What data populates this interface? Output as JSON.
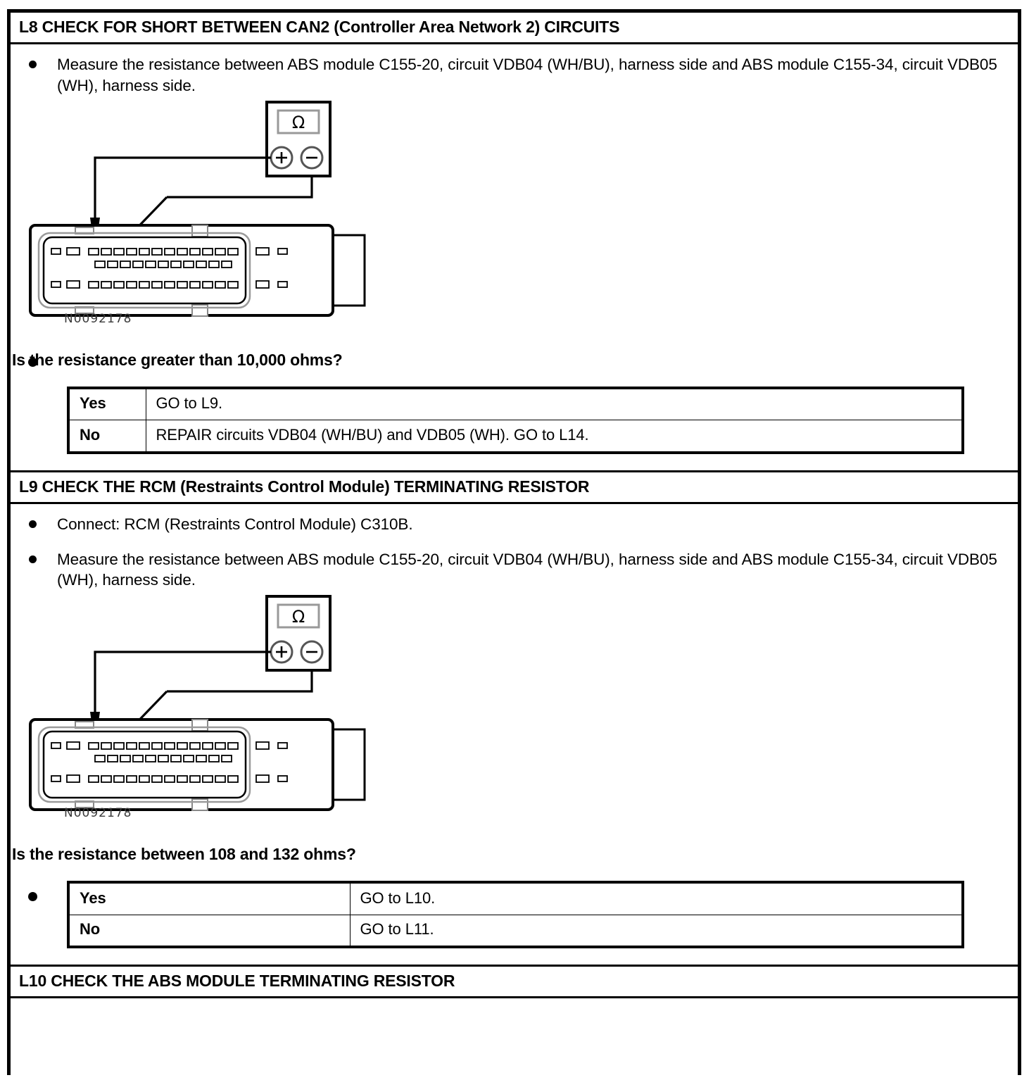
{
  "document": {
    "type": "automotive-diagnostic-pinpoint-test",
    "figure_id": "N0092178"
  },
  "steps": [
    {
      "id": "L8",
      "header": "L8 CHECK FOR SHORT BETWEEN CAN2 (Controller Area Network 2) CIRCUITS",
      "bullets": [
        "Measure the resistance between ABS module C155-20, circuit VDB04 (WH/BU), harness side and ABS module C155-34, circuit VDB05 (WH), harness side."
      ],
      "figure_id": "N0092178",
      "question": "Is the resistance greater than 10,000 ohms?",
      "table": {
        "rows": [
          {
            "label": "Yes",
            "action": "GO to L9."
          },
          {
            "label": "No",
            "action": "REPAIR circuits VDB04 (WH/BU) and VDB05 (WH). GO to L14."
          }
        ]
      }
    },
    {
      "id": "L9",
      "header": "L9 CHECK THE RCM (Restraints Control Module) TERMINATING RESISTOR",
      "bullets": [
        "Connect: RCM (Restraints Control Module) C310B.",
        "Measure the resistance between ABS module C155-20, circuit VDB04 (WH/BU), harness side and ABS module C155-34, circuit VDB05 (WH), harness side."
      ],
      "figure_id": "N0092178",
      "question": "Is the resistance between 108 and 132 ohms?",
      "table": {
        "rows": [
          {
            "label": "Yes",
            "action": "GO to L10."
          },
          {
            "label": "No",
            "action": "GO to L11."
          }
        ]
      }
    },
    {
      "id": "L10",
      "header": "L10 CHECK THE ABS MODULE TERMINATING RESISTOR"
    }
  ],
  "meter": {
    "display_symbol": "Ω",
    "positive_terminal": "+",
    "negative_terminal": "−"
  },
  "colors": {
    "ink": "#000000",
    "paper": "#ffffff",
    "connector_shade": "#808080",
    "figure_id_gray": "#3a3a3a"
  }
}
